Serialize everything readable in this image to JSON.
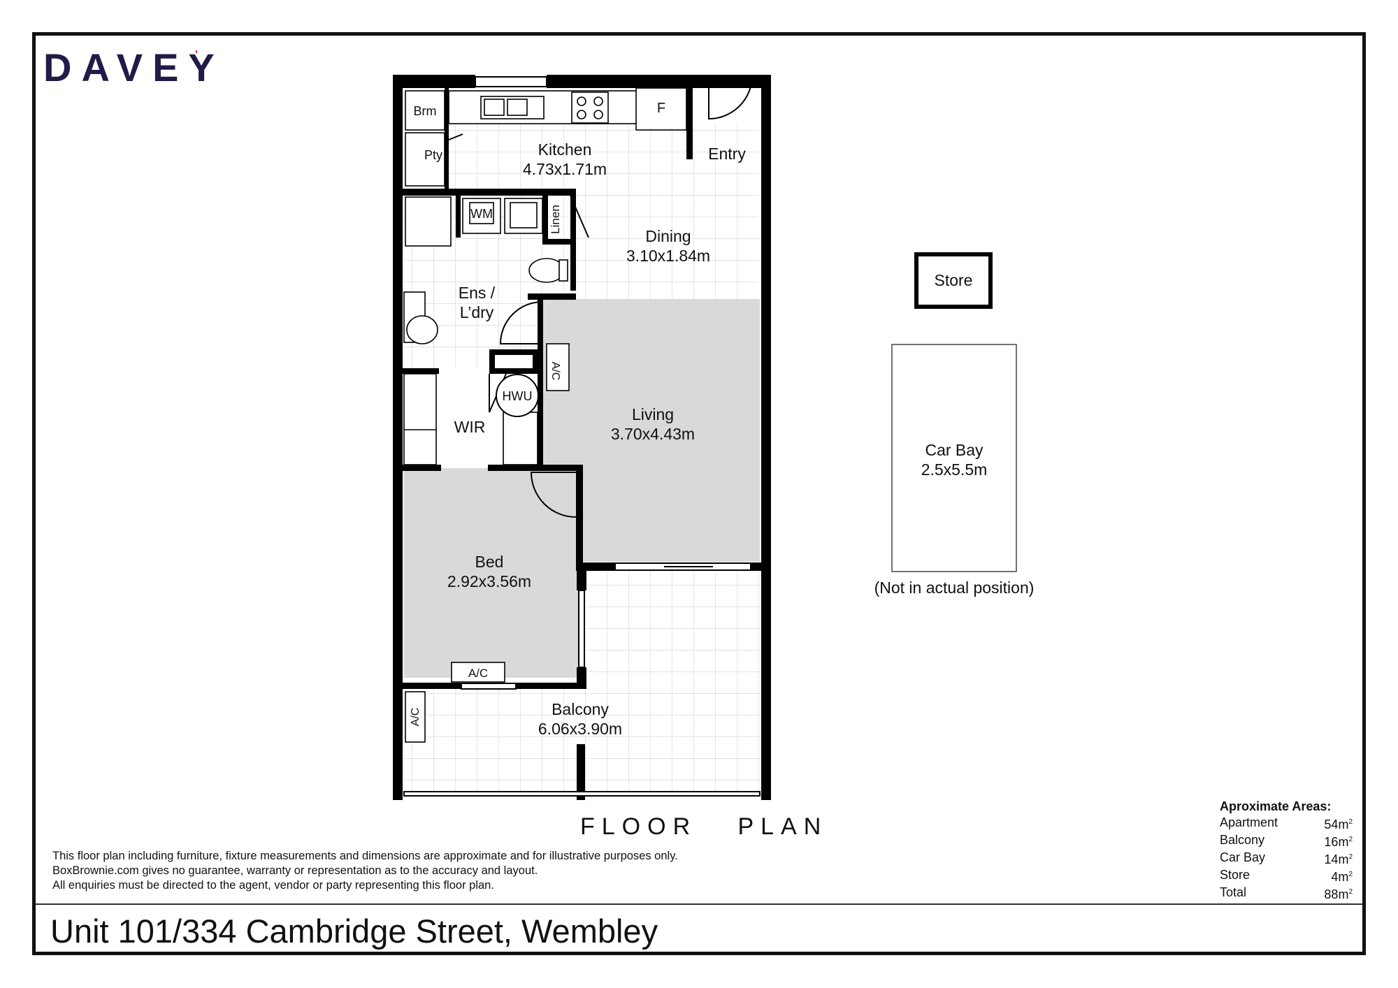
{
  "brand": {
    "name": "DAVEY",
    "mark": "'",
    "color": "#1f1c48",
    "mark_color": "#d62b3a"
  },
  "rooms": {
    "brm": {
      "name": "Brm"
    },
    "pty": {
      "name": "Pty"
    },
    "kitchen": {
      "name": "Kitchen",
      "dims": "4.73x1.71m"
    },
    "entry": {
      "name": "Entry"
    },
    "dining": {
      "name": "Dining",
      "dims": "3.10x1.84m"
    },
    "ensuite": {
      "name": "Ens /",
      "name2": "L’dry"
    },
    "living": {
      "name": "Living",
      "dims": "3.70x4.43m"
    },
    "wir": {
      "name": "WIR"
    },
    "bed": {
      "name": "Bed",
      "dims": "2.92x3.56m"
    },
    "balcony": {
      "name": "Balcony",
      "dims": "6.06x3.90m"
    },
    "store": {
      "name": "Store"
    },
    "car_bay": {
      "name": "Car Bay",
      "dims": "2.5x5.5m",
      "note": "(Not in actual position)"
    }
  },
  "fixtures": {
    "fridge": "F",
    "washing_machine": "WM",
    "linen": "Linen",
    "hwu": "HWU",
    "ac_1": "A/C",
    "ac_2": "A/C",
    "ac_3": "A/C"
  },
  "caption": "FLOOR   PLAN",
  "disclaimer": [
    "This floor plan including furniture, fixture measurements and dimensions are approximate and for illustrative purposes only.",
    "BoxBrownie.com gives no guarantee, warranty or representation as to the accuracy and layout.",
    "All enquiries must be directed to the agent, vendor or party representing this floor plan."
  ],
  "areas": {
    "title": "Aproximate Areas:",
    "rows": [
      {
        "label": "Apartment",
        "value": "54m",
        "unit_sup": "2"
      },
      {
        "label": "Balcony",
        "value": "16m",
        "unit_sup": "2"
      },
      {
        "label": "Car Bay",
        "value": "14m",
        "unit_sup": "2"
      },
      {
        "label": "Store",
        "value": "4m",
        "unit_sup": "2"
      },
      {
        "label": "Total",
        "value": "88m",
        "unit_sup": "2"
      }
    ]
  },
  "address": "Unit 101/334 Cambridge Street, Wembley",
  "colors": {
    "wall": "#000000",
    "room_fill": "#d9d9d9",
    "tile_line": "#cfcfcf"
  }
}
